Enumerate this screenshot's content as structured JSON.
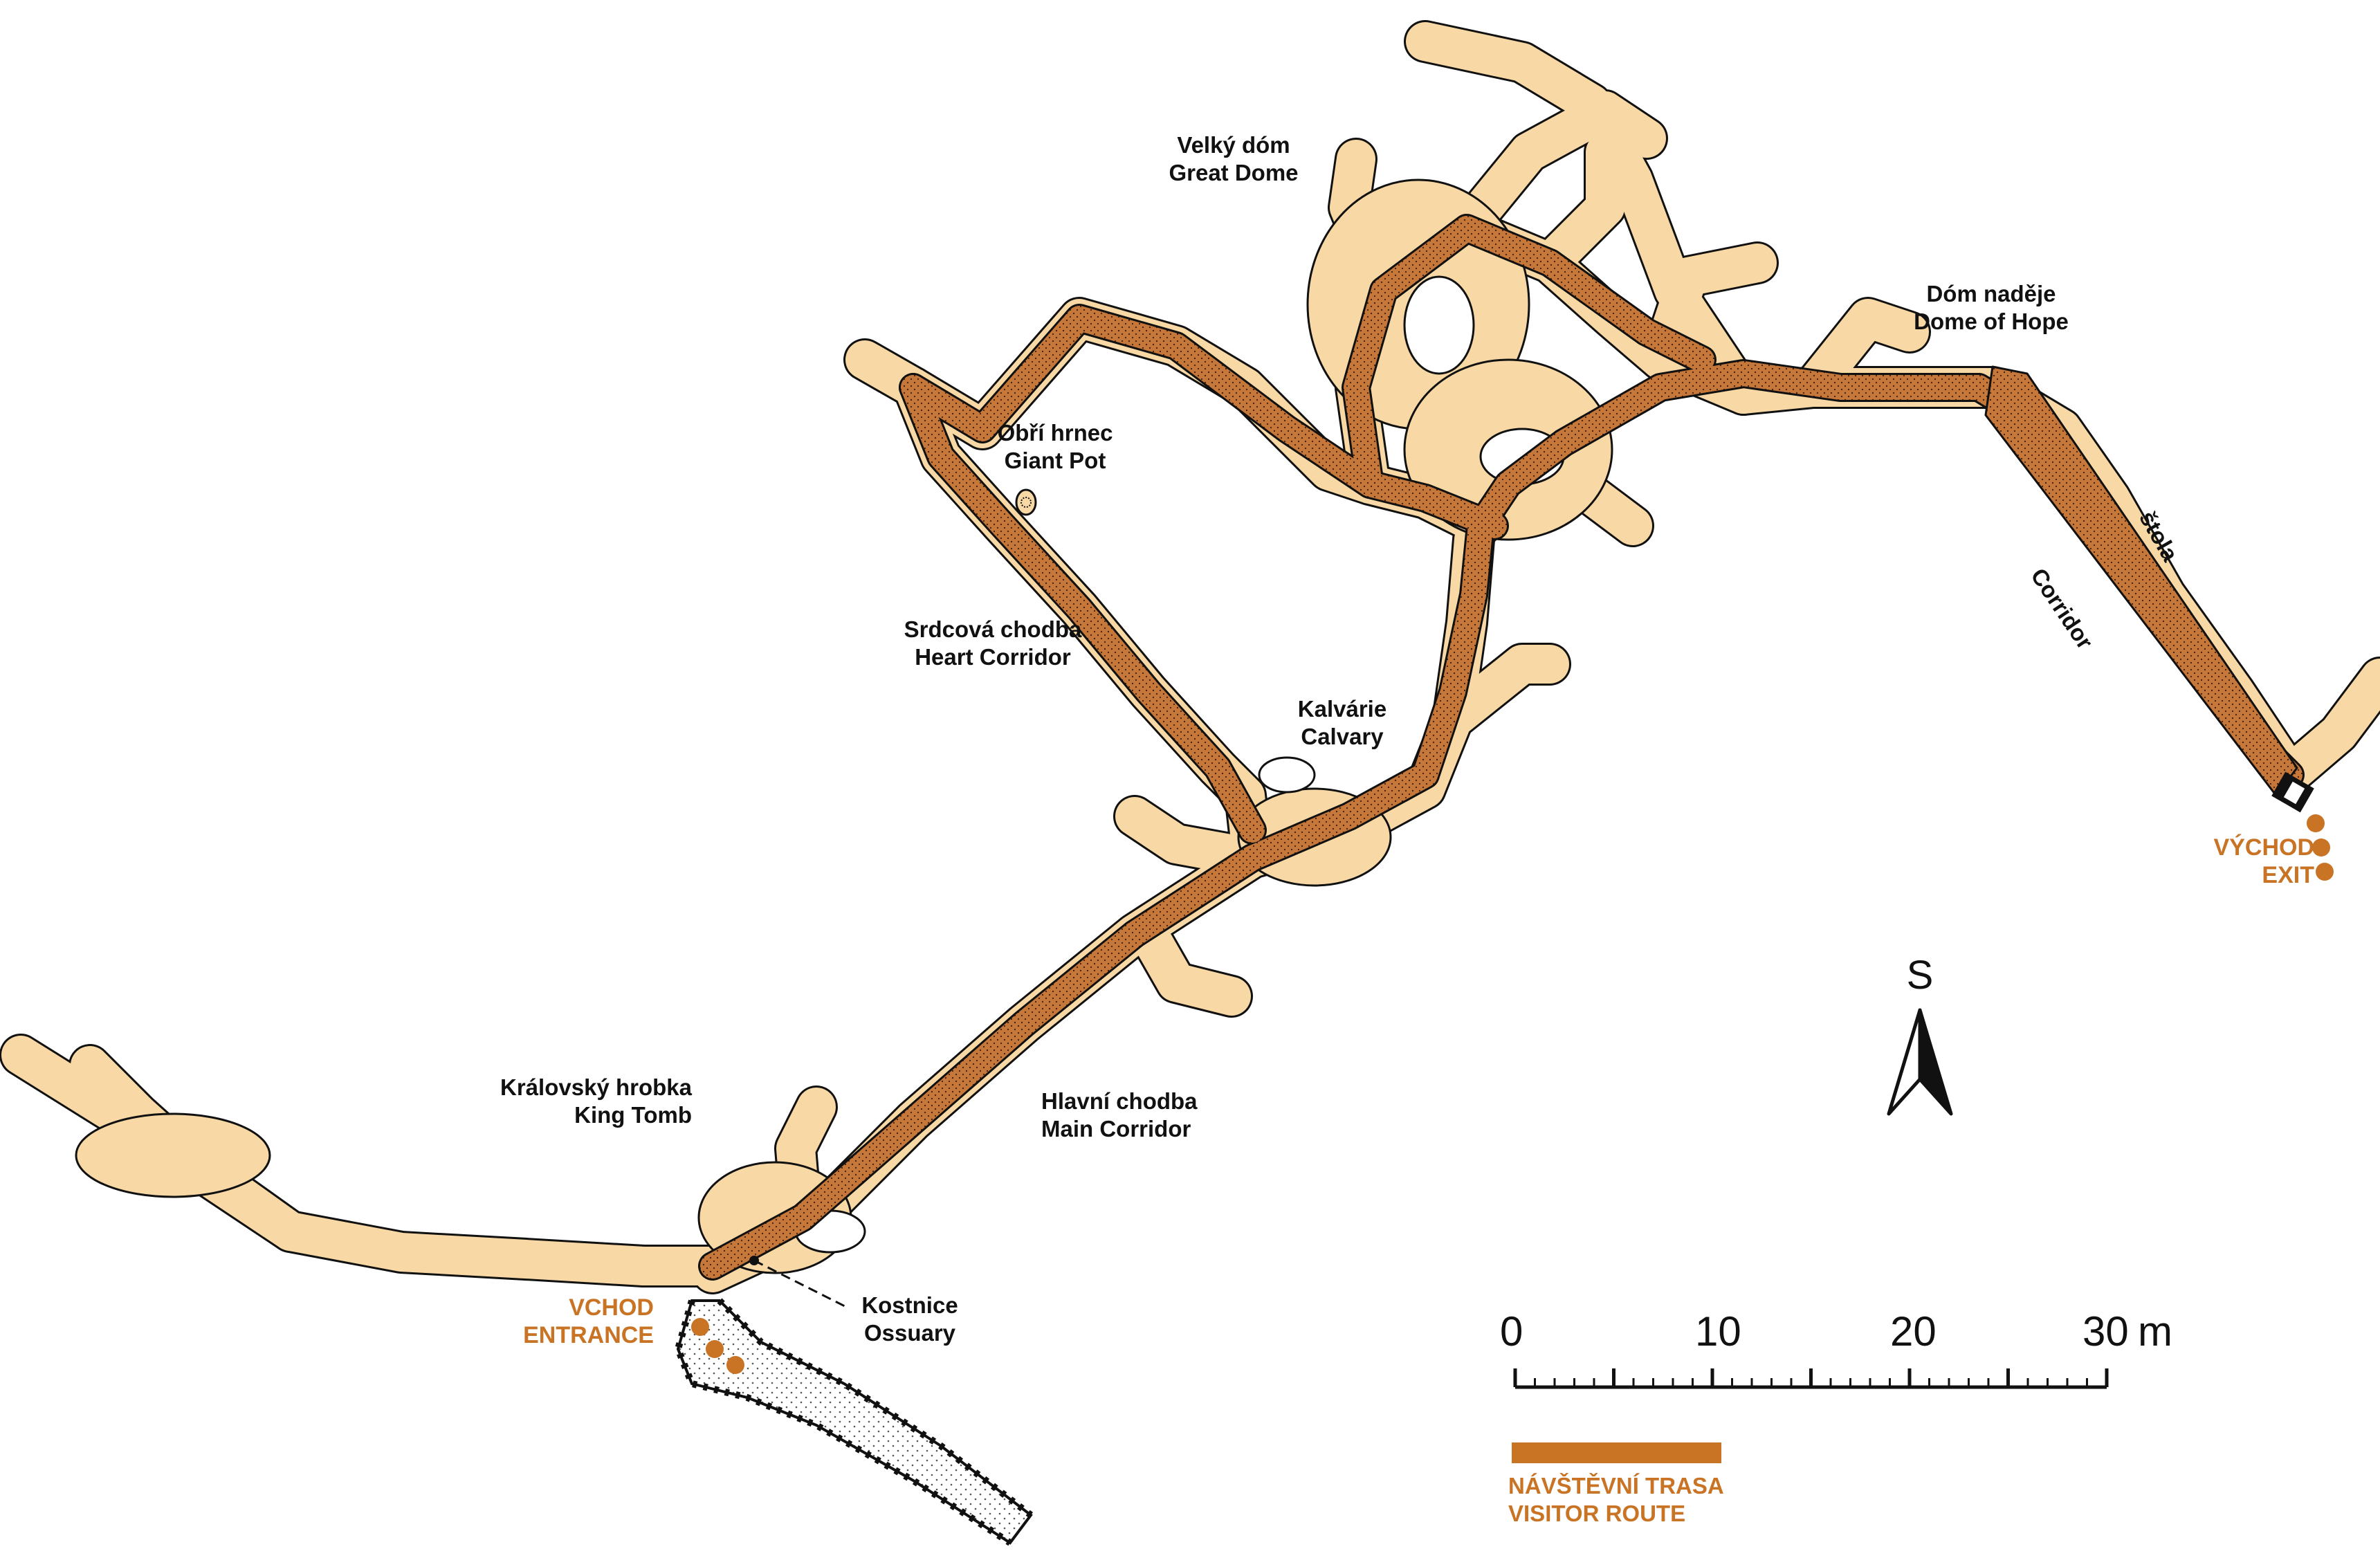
{
  "labels": {
    "velky_dom": [
      "Velký dóm",
      "Great Dome"
    ],
    "dom_nadeje": [
      "Dóm naděje",
      "Dome of Hope"
    ],
    "obri_hrnec": [
      "Obří hrnec",
      "Giant Pot"
    ],
    "srdcova_chodba": [
      "Srdcová chodba",
      "Heart Corridor"
    ],
    "kalvarie": [
      "Kalvárie",
      "Calvary"
    ],
    "stola": "štola",
    "corridor": "Corridor",
    "vychod": [
      "VÝCHOD",
      "EXIT"
    ],
    "kralovsky_hrobka": [
      "Královský hrobka",
      "King Tomb"
    ],
    "hlavni_chodba": [
      "Hlavní chodba",
      "Main Corridor"
    ],
    "vchod": [
      "VCHOD",
      "ENTRANCE"
    ],
    "kostnice": [
      "Kostnice",
      "Ossuary"
    ]
  },
  "north_arrow": {
    "label": "S"
  },
  "scale_bar": {
    "ticks": [
      "0",
      "10",
      "20",
      "30"
    ],
    "unit": "m"
  },
  "legend": {
    "lines": [
      "NÁVŠTĚVNÍ TRASA",
      "VISITOR ROUTE"
    ]
  },
  "colors": {
    "cave_fill": "#f8d9a6",
    "route_fill": "#c6773a",
    "route_accent": "#c97324",
    "outline": "#111111"
  }
}
